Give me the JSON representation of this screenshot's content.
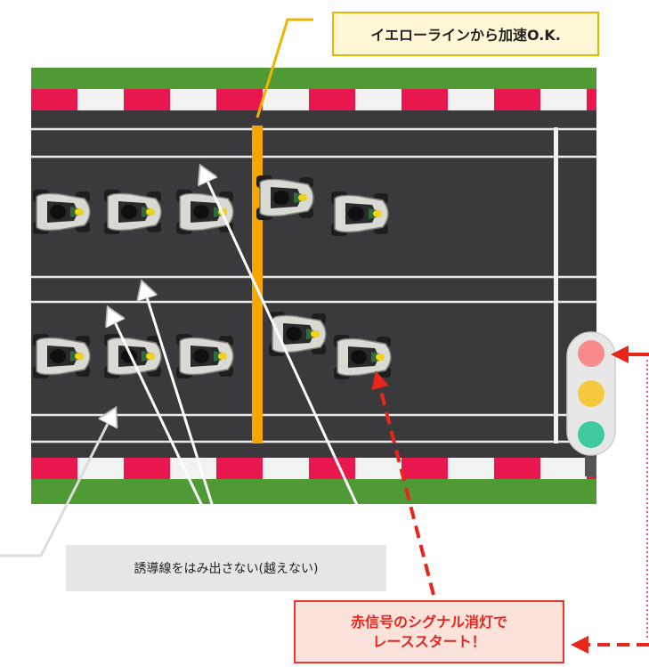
{
  "callouts": {
    "accelerate_from_yellow": "イエローラインから加速O.K.",
    "stay_in_guide_lines": "誘導線をはみ出さない(越えない)",
    "race_start_line1": "赤信号のシグナル消灯で",
    "race_start_line2": "レーススタート！"
  },
  "karts": {
    "upper_row": [
      "kart",
      "kart",
      "kart",
      "kart",
      "kart"
    ],
    "lower_row": [
      "kart",
      "kart",
      "kart",
      "kart",
      "kart"
    ]
  },
  "traffic_light": {
    "lamps": [
      "red",
      "yellow",
      "green"
    ]
  },
  "colors": {
    "track": "#3a3a3c",
    "grass": "#4f9a34",
    "curb_red": "#e8174d",
    "curb_white": "#f2f2f2",
    "yellow_line": "#f7a600",
    "arrow_red": "#e8261c",
    "lamp_red": "#f88a8a",
    "lamp_yellow": "#f5c93e",
    "lamp_green": "#3ec9a0"
  }
}
